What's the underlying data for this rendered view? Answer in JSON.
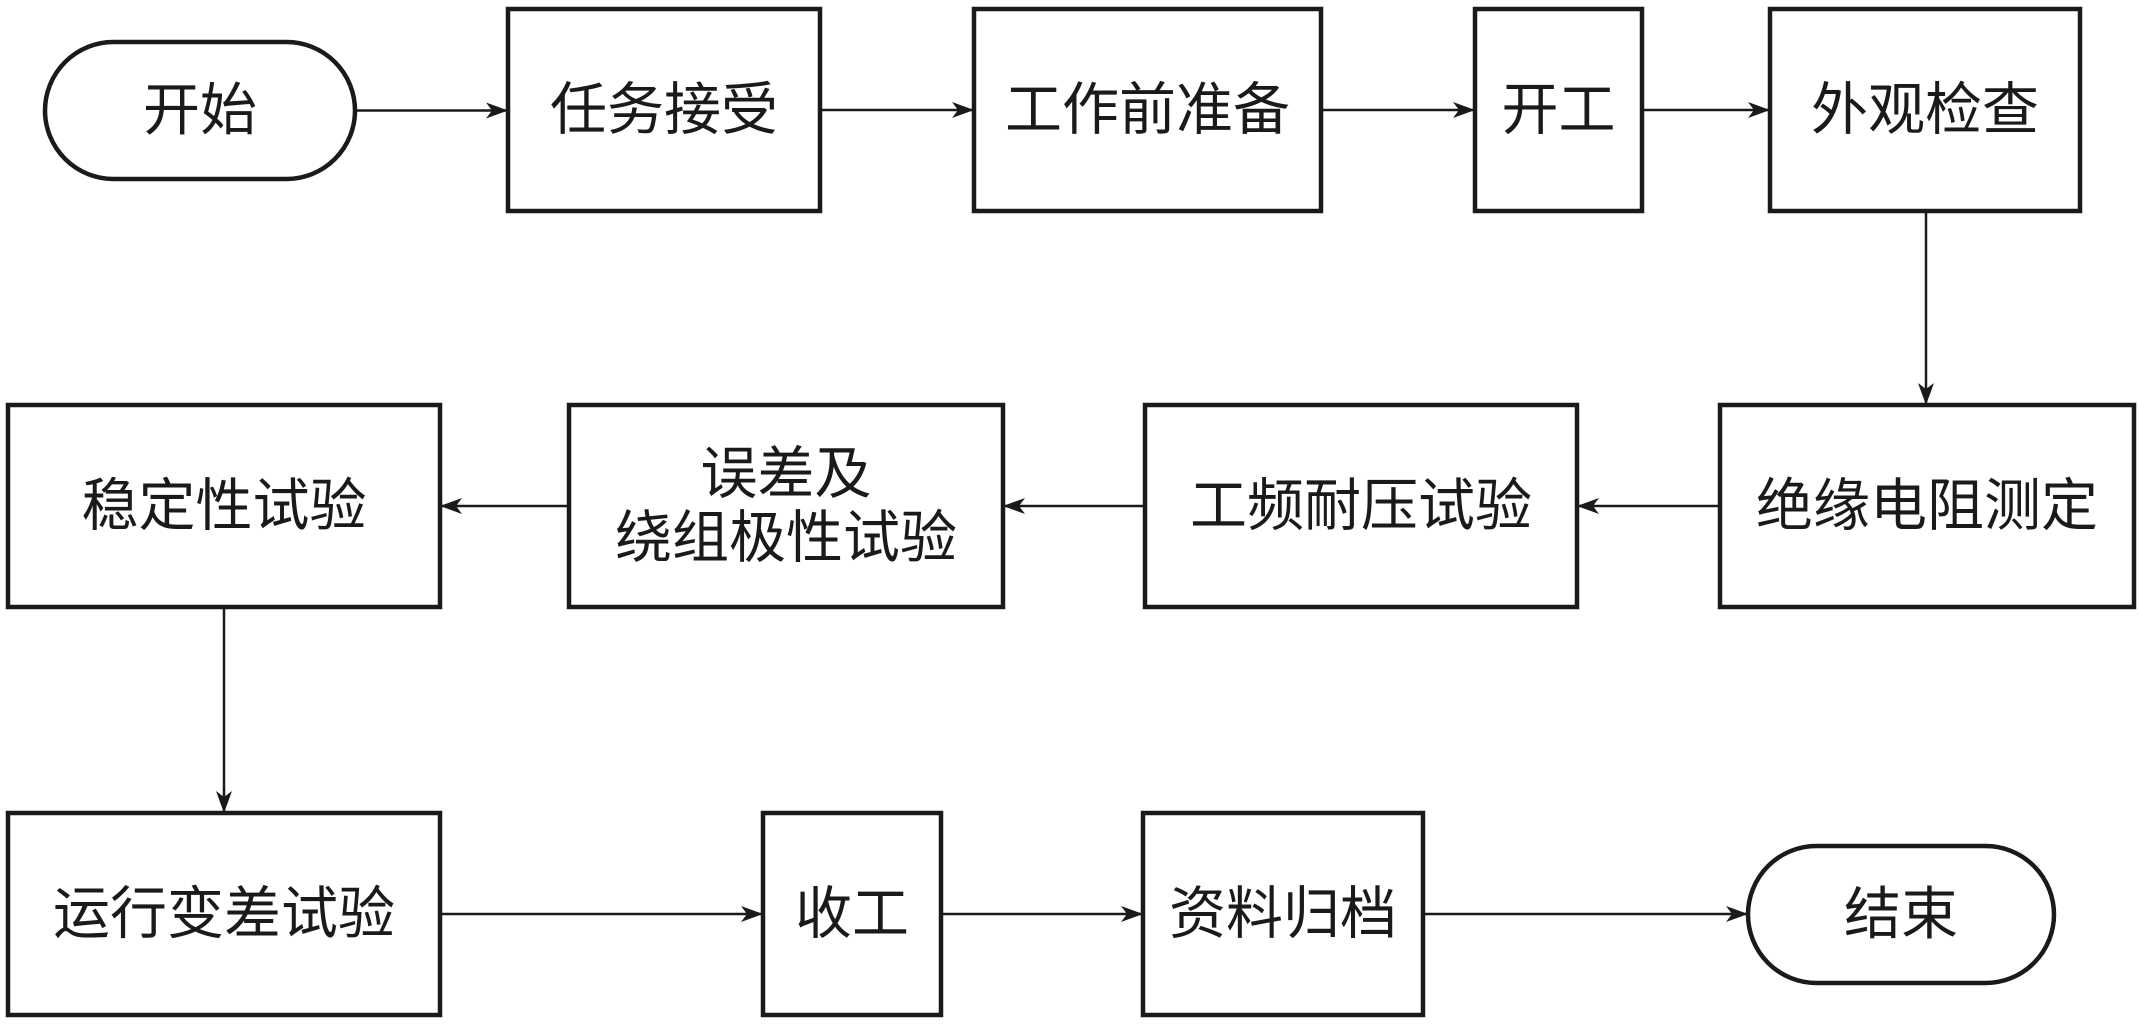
{
  "nodes": [
    {
      "id": "start",
      "shape": "terminal",
      "lines": [
        "开始"
      ]
    },
    {
      "id": "task-accept",
      "shape": "process",
      "lines": [
        "任务接受"
      ]
    },
    {
      "id": "pre-work-prep",
      "shape": "process",
      "lines": [
        "工作前准备"
      ]
    },
    {
      "id": "work-start",
      "shape": "process",
      "lines": [
        "开工"
      ]
    },
    {
      "id": "visual-inspection",
      "shape": "process",
      "lines": [
        "外观检查"
      ]
    },
    {
      "id": "insulation-resistance",
      "shape": "process",
      "lines": [
        "绝缘电阻测定"
      ]
    },
    {
      "id": "power-freq-withstand",
      "shape": "process",
      "lines": [
        "工频耐压试验"
      ]
    },
    {
      "id": "error-polarity",
      "shape": "process",
      "lines": [
        "误差及",
        "绕组极性试验"
      ]
    },
    {
      "id": "stability-test",
      "shape": "process",
      "lines": [
        "稳定性试验"
      ]
    },
    {
      "id": "operating-variation",
      "shape": "process",
      "lines": [
        "运行变差试验"
      ]
    },
    {
      "id": "work-finish",
      "shape": "process",
      "lines": [
        "收工"
      ]
    },
    {
      "id": "data-archive",
      "shape": "process",
      "lines": [
        "资料归档"
      ]
    },
    {
      "id": "end",
      "shape": "terminal",
      "lines": [
        "结束"
      ]
    }
  ],
  "edges": [
    {
      "from": "start",
      "to": "task-accept"
    },
    {
      "from": "task-accept",
      "to": "pre-work-prep"
    },
    {
      "from": "pre-work-prep",
      "to": "work-start"
    },
    {
      "from": "work-start",
      "to": "visual-inspection"
    },
    {
      "from": "visual-inspection",
      "to": "insulation-resistance"
    },
    {
      "from": "insulation-resistance",
      "to": "power-freq-withstand"
    },
    {
      "from": "power-freq-withstand",
      "to": "error-polarity"
    },
    {
      "from": "error-polarity",
      "to": "stability-test"
    },
    {
      "from": "stability-test",
      "to": "operating-variation"
    },
    {
      "from": "operating-variation",
      "to": "work-finish"
    },
    {
      "from": "work-finish",
      "to": "data-archive"
    },
    {
      "from": "data-archive",
      "to": "end"
    }
  ],
  "colors": {
    "stroke": "#1a1a1a",
    "fill": "#ffffff",
    "text": "#1a1a1a"
  }
}
